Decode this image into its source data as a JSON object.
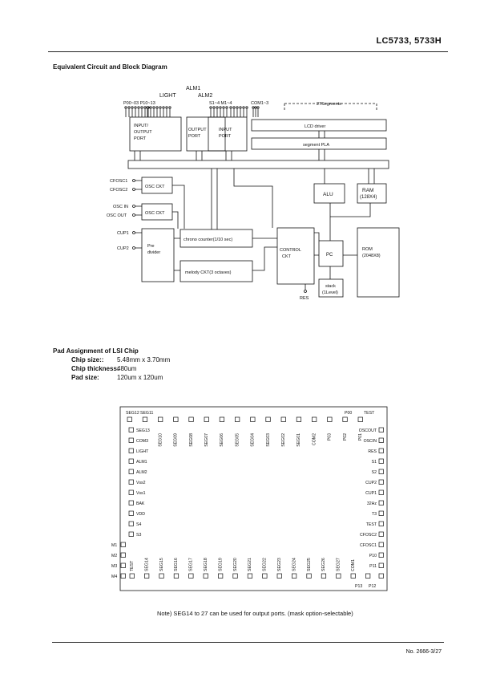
{
  "header": {
    "title": "LC5733, 5733H"
  },
  "block_diagram": {
    "section_title": "Equivalent Circuit and Block Diagram",
    "top_labels": {
      "alm1": "ALM1",
      "light": "LIGHT",
      "alm2": "ALM2",
      "p_ports": "P00~03 P10~13",
      "s_m": "S1~4 M1~4",
      "com": "COM1~3",
      "segments": "27Segments"
    },
    "blocks": {
      "io_port": [
        "INPUT/",
        "OUTPUT",
        "PORT"
      ],
      "output_port": [
        "OUTPUT",
        "PORT"
      ],
      "input_port": [
        "INPUT",
        "PORT"
      ],
      "lcd_driver": "LCD driver",
      "segment_pla": "segment PLA",
      "osc_ckt1": "OSC CKT",
      "osc_ckt2": "OSC CKT",
      "pre_divider": [
        "Pre",
        "divider"
      ],
      "chrono": "chrono counter(1/10 sec)",
      "melody": "melody CKT(3 octaves)",
      "control": [
        "CONTROL",
        "CKT"
      ],
      "alu": "ALU",
      "ram": [
        "RAM",
        "(128X4)"
      ],
      "pc": "PC",
      "rom": [
        "ROM",
        "(2048X8)"
      ],
      "stack": [
        "stack",
        "(1Level)"
      ]
    },
    "pin_labels": {
      "cfosc1": "CFOSC1",
      "cfosc2": "CFOSC2",
      "osc_in": "OSC IN",
      "osc_out": "OSC OUT",
      "cup1": "CUP1",
      "cup2": "CUP2",
      "res": "RES"
    }
  },
  "pad_assignment": {
    "section_title": "Pad Assignment of LSI Chip",
    "specs": [
      {
        "label": "Chip size::",
        "value": "5.48mm x 3.70mm"
      },
      {
        "label": "Chip thickness:",
        "value": "480um"
      },
      {
        "label": "Pad size:",
        "value": "120um x 120um"
      }
    ],
    "top_left_labels": [
      "SEG12",
      "SEG11"
    ],
    "top_right_labels": [
      "P00",
      "TEST"
    ],
    "top_row": [
      "SEG10",
      "SEG09",
      "SEG08",
      "SEG07",
      "SEG06",
      "SEG05",
      "SEG04",
      "SEG03",
      "SEG02",
      "SEG01",
      "COM2",
      "P03",
      "P02",
      "P01"
    ],
    "left_col": [
      "SEG13",
      "COM3",
      "LIGHT",
      "ALM1",
      "ALM2",
      "Vss2",
      "Vss1",
      "BAK",
      "VDD",
      "S4",
      "S3"
    ],
    "right_col": [
      "OSCOUT",
      "OSCIN",
      "RES",
      "S1",
      "S2",
      "CUP2",
      "CUP1",
      "32Hz",
      "T3",
      "TEST",
      "CFOSC2",
      "CFOSC1",
      "P10",
      "P11"
    ],
    "bottom_row": [
      "TEST",
      "SEG14",
      "SEG15",
      "SEG16",
      "SEG17",
      "SEG18",
      "SEG19",
      "SEG20",
      "SEG21",
      "SEG22",
      "SEG23",
      "SEG24",
      "SEG25",
      "SEG26",
      "SEG27",
      "COM1"
    ],
    "m_labels": [
      "M1",
      "M2",
      "M3",
      "M4"
    ],
    "bottom_right_labels": [
      "P13",
      "P12"
    ]
  },
  "note": "Note) SEG14 to 27 can be used for output ports. (mask option-selectable)",
  "footer": {
    "page": "No. 2666-3/27"
  }
}
